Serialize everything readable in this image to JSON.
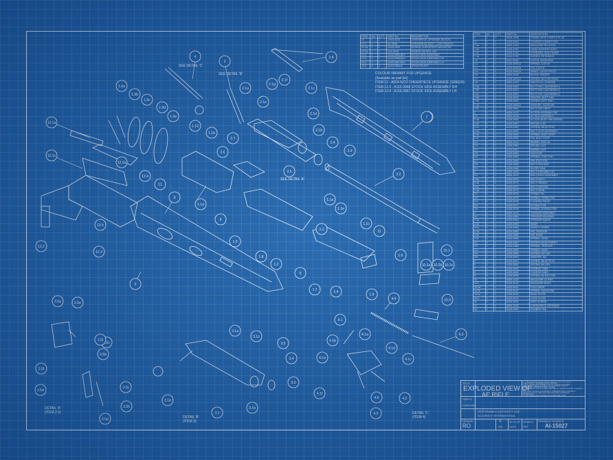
{
  "drawing": {
    "title": "EXPLODED VIEW OF AE RIFLE",
    "title_line1": "EXPLODED VIEW OF",
    "title_line2": "AE RIFLE",
    "drawing_number": "AI-15027",
    "title_label": "TITLE",
    "certs_label": "CERTS",
    "checked_label": "CHECKED",
    "drawn_label": "DRAWN",
    "drawn_value": "RO",
    "iss_label": "ISS",
    "iss_value": "A",
    "date_label": "DATE",
    "date_value": "22.01.03",
    "ref_label": "REF",
    "ref_value": "DR8013",
    "drawing_number_label": "DRAWING NUMBER",
    "responsible_label": "RESPONSIBLE AUTHORITY AND",
    "responsible_value": "ACCURACY INTERNATIONAL",
    "notes": [
      "1. These drawings contain confidential information belonging",
      "to ACCURACY INTERNATIONAL LIMITED",
      "2. The recipient acknowledges that the copyright and design",
      "rights in these drawings belongs to and remains vested in",
      "ACCURACY INTERNATIONAL LIMITED",
      "3. The recipient must not without ACCURACY INTERNATIONAL LIMITED to the",
      "prior written consent of ACCURACY INTERNATIONAL LIMITED to",
      "respect to copy or make use of the information contained in",
      "the drawings",
      "4. The recipient must maintain the confidentiality of the",
      "information"
    ]
  },
  "colour_note": {
    "heading": "COLOUR VARIANT FOR UPGRADE",
    "sub": "(Available as part list)",
    "lines": [
      "ITEM 12   - A004-5222 CHEEKPIECE UPGRADE (GREEN)",
      "ITEM 12.3 - A115-3968 STOCK SIDE ASSEMBLY RH",
      "ITEM 12.4 - A115-3967 STOCK SIDE ASSEMBLY LH"
    ]
  },
  "top_table": {
    "headers": [
      "ITEM",
      "No.",
      "Q.TY",
      "PART No.",
      "DESCRIPTION"
    ],
    "rows": [
      [
        "12",
        "1",
        "1",
        "A004-5220",
        "CHEEKPIECE UPGRADE (BLACK)"
      ],
      [
        "12.1",
        "1",
        "1",
        "A1-3948",
        "CHEEKPIECE ASSY - LOW PROFILE"
      ],
      [
        "12.1a",
        "1",
        "1",
        "A104-3450",
        "SCREW, CHEEKPIECE ADJUSTER"
      ],
      [
        "12.1b",
        "1",
        "1",
        "A12-3415",
        "SCREW, M5 HEX CAP"
      ],
      [
        "12.2",
        "2",
        "1",
        "A115-3966-BLK",
        "STOCK SIDE ASSEMBLY"
      ],
      [
        "12.3",
        "3",
        "1",
        "A115-3966-BLK",
        "STOCK SIDE ASSEMBLY RH"
      ],
      [
        "12.4",
        "4",
        "1",
        "A115-3967-BLK",
        "STOCK SIDE ASSEMBLY LH"
      ],
      [
        "12.5",
        "5",
        "1",
        "A115-3960-A",
        "STOCK PLATE"
      ]
    ]
  },
  "parts_table": {
    "headers": [
      "ITEM",
      "No.",
      "Q.TY",
      "PART No.",
      "DESCRIPTION"
    ],
    "rows": [
      [
        "1",
        "1",
        "1",
        "A004-4200",
        "FRAME ASSY COMPLETE AE"
      ],
      [
        "1.1",
        "1",
        "1",
        "A115-2244",
        "CHASSIS CONNECTOR"
      ],
      [
        "1.1a",
        "1",
        "1",
        "A004-4314",
        "MAGAZINE RELEASE"
      ],
      [
        "1.1b",
        "1",
        "1",
        "A115-4733",
        "HEAD SUPPORT ASSY"
      ],
      [
        "1.1c",
        "1",
        "1",
        "A115-4734",
        "FOREARM, SUB FRAME"
      ],
      [
        "1.1d",
        "1",
        "1",
        "A115-4735",
        "SCREW, RETAINING"
      ],
      [
        "1.2",
        "1",
        "1",
        "A111-2306",
        "CATCH, MAGAZINE"
      ],
      [
        "1.3",
        "1",
        "1",
        "A115-3098-A",
        "SPRING, CATCH"
      ],
      [
        "1.4",
        "1",
        "1",
        "A115-3099-B",
        "PIN, CATCH"
      ],
      [
        "1.5",
        "1",
        "1",
        "A115-2930-A",
        "SHAFT, CATCH PIVOT"
      ],
      [
        "1.6",
        "1",
        "1",
        "A004-4224",
        "BLOCK SPACER"
      ],
      [
        "1.7",
        "1",
        "1",
        "A115-2844-A",
        "SCREW, M5 LOW HEAD"
      ],
      [
        "1.8",
        "1",
        "1",
        "A004-4210",
        "END PLUG, CHASSIS"
      ],
      [
        "1.9a",
        "1",
        "1",
        "A115-3060",
        "BUTT PAD 1 (ASSEMBLY)"
      ],
      [
        "1.9b",
        "1",
        "1",
        "A115-3061",
        "BUTT PAD 2 (ASSEMBLY)"
      ],
      [
        "1.9c",
        "1",
        "1",
        "A115-3062",
        "BUTT PAD 3 (ASSEMBLY)"
      ],
      [
        "1.9d",
        "1",
        "1",
        "A115-3063",
        "SPACER, BUTT PAD"
      ],
      [
        "1.9e",
        "1",
        "1",
        "A115-3064",
        "SCREW, BUTT PAD"
      ],
      [
        "1.10",
        "1",
        "1",
        "A115-2980-A",
        "WASHER, PLAIN M5"
      ],
      [
        "1.11",
        "1",
        "1",
        "A115-2981",
        "BUTT PAD LIGHT"
      ],
      [
        "2",
        "1",
        "1",
        "A004-4107",
        "ACTION ASSEMBLY AE"
      ],
      [
        "2.1",
        "1",
        "1",
        "A004-4108",
        "ACTION ASSEMBLY"
      ],
      [
        "2.1a",
        "1",
        "1",
        "A115-2950",
        "ACTION BODY MACHINING"
      ],
      [
        "2.1b",
        "1",
        "1",
        "A115-2951",
        "RECOIL LUG"
      ],
      [
        "2.1c",
        "1",
        "1",
        "A115-2952",
        "SCREW, M5 ACTION"
      ],
      [
        "2.1d",
        "1",
        "1",
        "A115-2953",
        "BOLT STOP ASSEMBLY"
      ],
      [
        "2.1e",
        "1",
        "1",
        "A115-2954",
        "SPRING, BOLT STOP"
      ],
      [
        "2.1f",
        "1",
        "1",
        "A115-2955",
        "PIN, BOLT STOP"
      ],
      [
        "2.2",
        "1",
        "1",
        "A004-4111",
        "BARREL 308 CAL"
      ],
      [
        "2.3",
        "1",
        "1",
        "A115-2960",
        "RECOIL LUG"
      ],
      [
        "2.4",
        "1",
        "1",
        "A115-2961",
        "BARREL NUT"
      ],
      [
        "2.5",
        "1",
        "1",
        "A115-2962",
        "EJECTOR"
      ],
      [
        "2.6",
        "1",
        "1",
        "A115-2963",
        "SPRING, EJECTOR"
      ],
      [
        "2.7",
        "1",
        "1",
        "A115-2964",
        "PIN, EJECTOR"
      ],
      [
        "2.8",
        "1",
        "1",
        "A115-2965",
        "BOLT RELEASE"
      ],
      [
        "2.9",
        "1",
        "1",
        "A115-2966",
        "SCOPE RAIL"
      ],
      [
        "3",
        "1",
        "1",
        "A004-4113",
        "BOLT ASSEMBLY AE"
      ],
      [
        "3.1",
        "1",
        "1",
        "A004-4114",
        "BOLT BODY ASSEMBLY"
      ],
      [
        "3.1a",
        "1",
        "1",
        "A115-2970",
        "BOLT BODY"
      ],
      [
        "3.1b",
        "1",
        "1",
        "A115-2971",
        "BOLT HANDLE"
      ],
      [
        "3.1c",
        "1",
        "1",
        "A115-2972",
        "BOLT SHROUD"
      ],
      [
        "3.1d",
        "1",
        "1",
        "A115-2973",
        "BOLT KNOB"
      ],
      [
        "3.2",
        "1",
        "1",
        "A115-2974",
        "FIRING PIN"
      ],
      [
        "3.3",
        "1",
        "1",
        "A115-2975",
        "SPRING, FIRING PIN"
      ],
      [
        "3.4",
        "1",
        "1",
        "A115-2976",
        "COCKING PIECE"
      ],
      [
        "3.5",
        "1",
        "1",
        "A115-2977",
        "EXTRACTOR"
      ],
      [
        "3.6",
        "1",
        "1",
        "A115-2978",
        "SPRING, EXTRACTOR"
      ],
      [
        "4",
        "1",
        "1",
        "A004-4120",
        "TRIGGER ASSEMBLY"
      ],
      [
        "4.1",
        "1",
        "1",
        "A115-2980",
        "TRIGGER HOUSING"
      ],
      [
        "4.1a",
        "1",
        "1",
        "A115-2981",
        "TRIGGER BLADE"
      ],
      [
        "4.1b",
        "1",
        "1",
        "A115-2982",
        "SEAR"
      ],
      [
        "4.1c",
        "1",
        "1",
        "A115-2983",
        "SAFETY LEVER"
      ],
      [
        "4.1d",
        "1",
        "1",
        "A115-2984",
        "PIN, TRIGGER"
      ],
      [
        "4.1e",
        "1",
        "1",
        "A115-2985",
        "PIN, SEAR"
      ],
      [
        "4.1f",
        "1",
        "1",
        "A115-2986",
        "SPRING, SEAR"
      ],
      [
        "4.2",
        "1",
        "1",
        "A115-2987",
        "SCREW, ADJUSTMENT"
      ],
      [
        "4.3",
        "1",
        "1",
        "A115-2988",
        "SPRING, TRIGGER"
      ],
      [
        "4.4",
        "1",
        "1",
        "A115-2989",
        "SPRING, MAIN"
      ],
      [
        "4.5",
        "1",
        "1",
        "A115-2990",
        "SCREW, M4 CAP"
      ],
      [
        "4.6",
        "1",
        "1",
        "A115-2991",
        "WASHER, M4"
      ],
      [
        "5",
        "2",
        "1",
        "A115-3001",
        "SCREW, M6 ACTION"
      ],
      [
        "6",
        "1",
        "1",
        "A115-3002",
        "SCREW, M5 HEX"
      ],
      [
        "7",
        "1",
        "1",
        "A115-3003",
        "FOREND TUBE"
      ],
      [
        "8",
        "1",
        "1",
        "A115-3004",
        "CHASSIS MAIN"
      ],
      [
        "9",
        "4",
        "1",
        "A115-3005",
        "SCREW, M4 BUTTON"
      ],
      [
        "10",
        "1",
        "1",
        "A004-4130",
        "MAGAZINE 10 RND"
      ],
      [
        "10.1",
        "1",
        "1",
        "A115-3010",
        "MAGAZINE BODY"
      ],
      [
        "10.2a",
        "1",
        "1",
        "A115-3011",
        "FOLLOWER"
      ],
      [
        "10.2b",
        "1",
        "1",
        "A115-3012",
        "SPRING, MAGAZINE"
      ],
      [
        "10.2c",
        "1",
        "1",
        "A115-3013",
        "BASE PLATE"
      ],
      [
        "10.3",
        "1",
        "1",
        "A115-3014",
        "LOCK PLATE"
      ],
      [
        "11",
        "1",
        "1",
        "A115-3020",
        "GRIP SCREW"
      ],
      [
        "12",
        "1",
        "1",
        "A004-5220",
        "CHEEKPIECE UPGRADE"
      ],
      [
        "13",
        "1",
        "1",
        "A115-3030",
        "RUBBER PAD"
      ]
    ]
  },
  "callouts": {
    "c1": "1",
    "c2_2": "2.2",
    "c2_3": "2.3",
    "c2_4": "2.4",
    "c2_5": "2.5",
    "c2_6": "2.6",
    "c2_7": "2.7",
    "c2_8": "2.8",
    "c2_9": "2.9",
    "c2_1a": "2.1a",
    "c2_1b": "2.1b",
    "c2_1c": "2.1c",
    "c2_1d": "2.1d",
    "c2_1e": "2.1e",
    "c2_1f": "2.1f",
    "c2_1g": "2.1g",
    "c3": "3",
    "c4": "4",
    "c4_1": "4.1",
    "c4_1a": "4.1a",
    "c4_1b": "4.1b",
    "c4_1c": "4.1c",
    "c4_1d": "4.1d",
    "c4_1e": "4.1e",
    "c4_1f": "4.1f",
    "c4_2": "4.2",
    "c4_3": "4.3",
    "c4_4": "4.4",
    "c4_5": "4.5",
    "c4_6": "4.6",
    "c5": "5",
    "c6": "6",
    "c7": "7",
    "c8": "8",
    "c9": "9",
    "c10_1": "10.1",
    "c10_2a": "10.2a",
    "c10_2b": "10.2b",
    "c10_2c": "10.2c",
    "c10_3": "10.3",
    "c11": "11",
    "c11b": "11",
    "c1_1": "1.1",
    "c1_1a": "1.1a",
    "c1_1b": "1.1b",
    "c1_1c": "1.1c",
    "c1_1d": "1.1d",
    "c1_1e": "1.1e",
    "c1_2": "1.2",
    "c1_3": "1.3",
    "c1_4": "1.4",
    "c1_5": "1.5",
    "c1_6": "1.6",
    "c1_7": "1.7",
    "c1_8": "1.8",
    "c1_9a": "1.9a",
    "c1_9b": "1.9b",
    "c1_9c": "1.9c",
    "c1_9d": "1.9d",
    "c1_9e": "1.9e",
    "c1_10": "1.10",
    "c12_1a": "12.1a",
    "c12_1b": "12.1b",
    "c12_1c": "12.1c",
    "c12_2": "12.2",
    "c12_3": "12.3",
    "c12_4": "12.4",
    "c12_5": "12.5",
    "c2_5a": "2.5a",
    "c2_5b": "2.5b",
    "c2_5c": "2.5c",
    "c2_5d": "2.5d",
    "c2_5e": "2.5e",
    "c2_5f": "2.5f",
    "c2_5g": "2.5g",
    "c2_5h": "2.5h",
    "c2_5i": "2.5i",
    "c2_5j": "2.5j",
    "c2_5m": "2.5m",
    "c3_1a": "3.1a",
    "c3_1b": "3.1b",
    "c3_1c": "3.1c",
    "c3_1d": "3.1d",
    "c3_2": "3.2",
    "c3_3": "3.3",
    "c3_4": "3.4",
    "c3_5": "3.5"
  },
  "labels": {
    "see_detail_c": "SEE DETAIL 'C'",
    "see_detail_b": "SEE DETAIL 'B'",
    "see_detail_a": "SEE DETAIL 'A'",
    "detail_a": "DETAIL 'A'",
    "detail_a_item": "(ITEM 2.5)",
    "detail_b": "DETAIL 'B'",
    "detail_b_item": "(ITEM 3)",
    "detail_c": "DETAIL 'C'",
    "detail_c_item": "(ITEM 4)"
  }
}
